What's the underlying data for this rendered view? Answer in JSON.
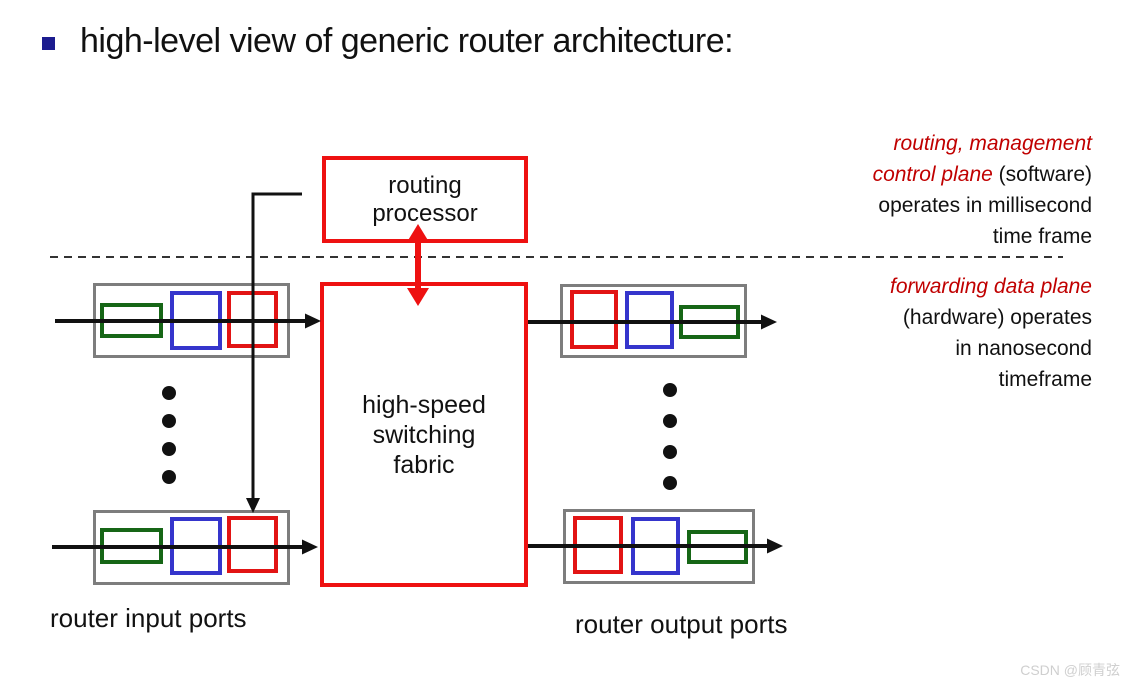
{
  "title": "high-level view of generic router architecture:",
  "boxes": {
    "routing_processor": "routing processor",
    "switching_fabric": "high-speed switching fabric"
  },
  "labels": {
    "input_ports": "router input ports",
    "output_ports": "router output ports"
  },
  "notes": {
    "control_plane": {
      "line1_red": "routing, management",
      "line2_red": "control plane",
      "line2_black": " (software)",
      "line3": "operates in millisecond",
      "line4": "time frame"
    },
    "data_plane": {
      "line1_red": "forwarding data plane",
      "line2": "(hardware) operates",
      "line3": "in nanosecond",
      "line4": "timeframe"
    }
  },
  "watermark": "CSDN @顾青弦",
  "colors": {
    "accent_red": "#ee1111",
    "note_red": "#c00000",
    "packet_green": "#166616",
    "packet_blue": "#3535cc",
    "packet_red": "#e21414",
    "port_gray": "#7d7d7d",
    "bullet_navy": "#1c1c8f"
  }
}
